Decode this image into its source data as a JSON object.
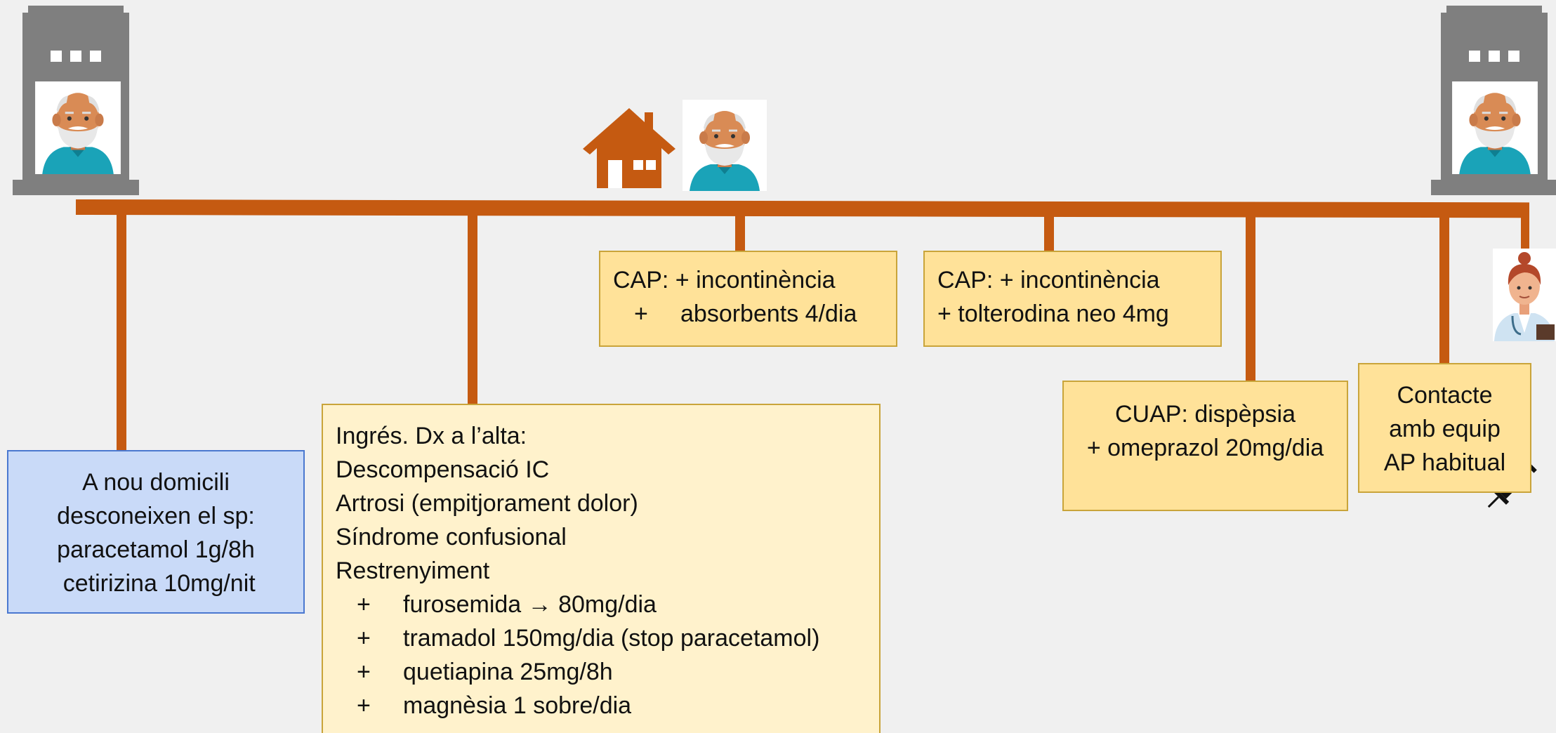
{
  "icons": {
    "hospital_left": "hospital-building-icon",
    "hospital_right": "hospital-building-icon",
    "patient": "elderly-man-avatar-icon",
    "home": "house-icon",
    "doctor": "female-doctor-icon",
    "syringe": "syringe-icon"
  },
  "colors": {
    "timeline": "#c55a11",
    "blue_box": "#c9daf8",
    "gold_box": "#ffe299",
    "cream_box": "#fff2cc",
    "building": "#7f7f7f"
  },
  "events": {
    "domicili": {
      "lines": [
        "A nou domicili",
        "desconeixen el sp:",
        "paracetamol 1g/8h",
        " cetirizina 10mg/nit"
      ]
    },
    "ingres": {
      "lines": [
        "Ingrés. Dx a l’alta:",
        "Descompensació IC",
        "Artrosi (empitjorament dolor)",
        "Síndrome confusional",
        "Restrenyiment"
      ],
      "bullet": "+",
      "items": [
        "furosemida → 80mg/dia",
        "tramadol 150mg/dia (stop paracetamol)",
        "quetiapina 25mg/8h",
        "magnèsia 1 sobre/dia"
      ]
    },
    "cap1": {
      "line1": "CAP: + incontinència",
      "bullet": "+",
      "line2": "absorbents 4/dia"
    },
    "cap2": {
      "line1": "CAP: + incontinència",
      "line2": "+  tolterodina neo 4mg"
    },
    "cuap": {
      "line1": "CUAP: dispèpsia",
      "line2": "+ omeprazol 20mg/dia"
    },
    "contacte": {
      "lines": [
        "Contacte",
        "amb equip",
        "AP habitual"
      ]
    }
  }
}
